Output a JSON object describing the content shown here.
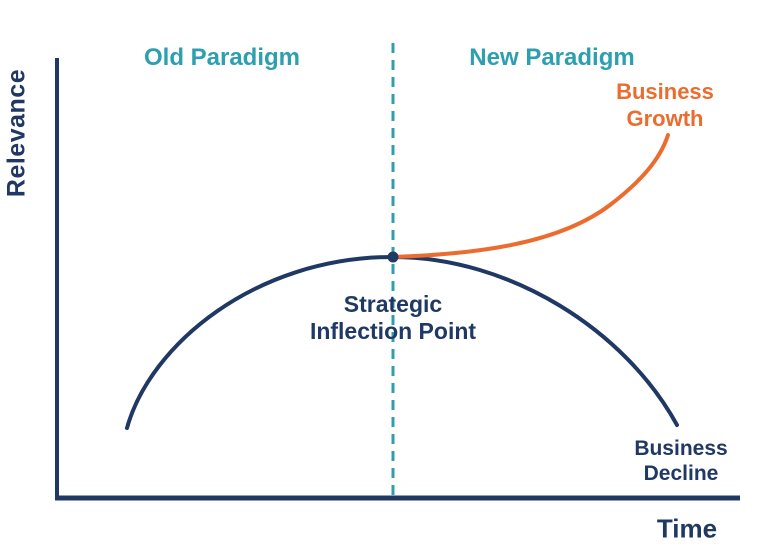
{
  "diagram": {
    "concept": "Strategic Inflection Point",
    "axes": {
      "y_label": "Relevance",
      "x_label": "Time"
    },
    "regions": {
      "left_label": "Old Paradigm",
      "right_label": "New Paradigm"
    },
    "annotations": {
      "inflection_label": "Strategic\nInflection Point",
      "growth_label": "Business\nGrowth",
      "decline_label": "Business\nDecline"
    },
    "curves": [
      {
        "name": "business-decline-curve",
        "color": "#1f3864",
        "shape": "arc rising through old paradigm, peaking at the strategic inflection point, then declining"
      },
      {
        "name": "business-growth-curve",
        "color": "#eb6c2e",
        "shape": "exponential rise starting at the strategic inflection point"
      }
    ],
    "colors": {
      "navy": "#1f3864",
      "teal": "#2d9fae",
      "orange": "#eb6c2e",
      "background": "#ffffff"
    }
  }
}
